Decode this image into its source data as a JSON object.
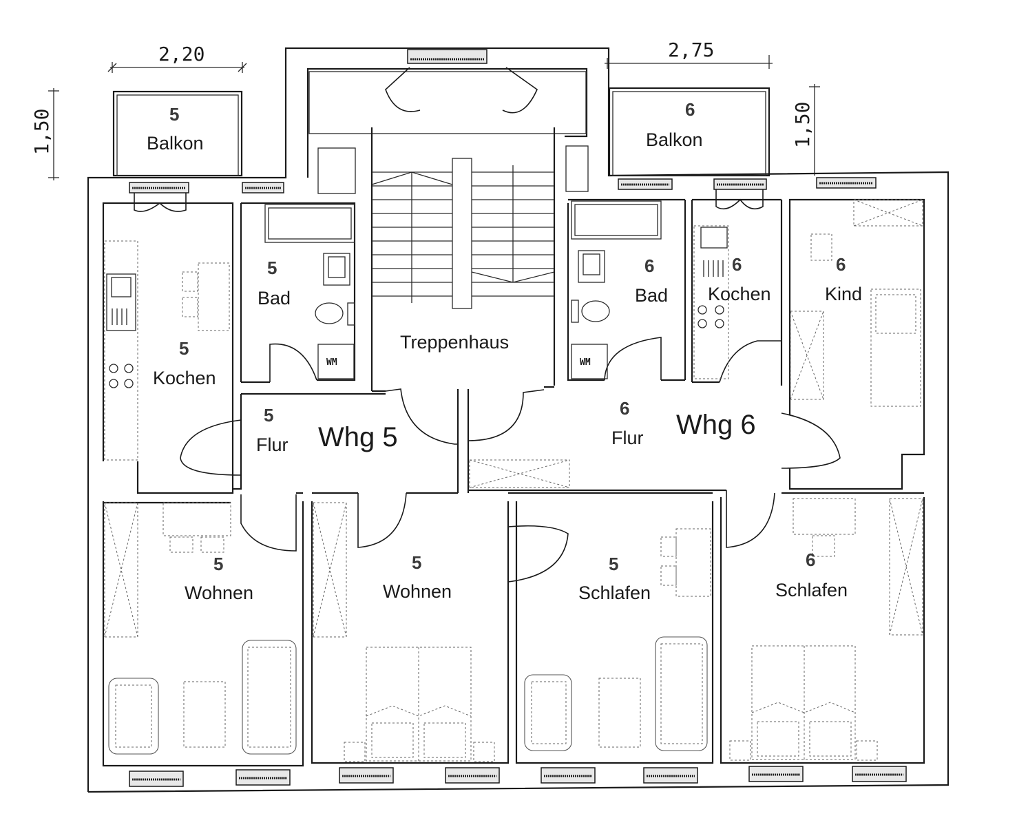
{
  "dimensions": {
    "balcony5_width": "2,20",
    "balcony5_depth": "1,50",
    "balcony6_width": "2,75",
    "balcony6_depth": "1,50"
  },
  "apartments": {
    "whg5": {
      "title": "Whg 5"
    },
    "whg6": {
      "title": "Whg 6"
    }
  },
  "rooms": {
    "balkon5": {
      "num": "5",
      "name": "Balkon"
    },
    "balkon6": {
      "num": "6",
      "name": "Balkon"
    },
    "bad5": {
      "num": "5",
      "name": "Bad"
    },
    "bad6": {
      "num": "6",
      "name": "Bad"
    },
    "kochen5": {
      "num": "5",
      "name": "Kochen"
    },
    "kochen6": {
      "num": "6",
      "name": "Kochen"
    },
    "kind6": {
      "num": "6",
      "name": "Kind"
    },
    "flur5": {
      "num": "5",
      "name": "Flur"
    },
    "flur6": {
      "num": "6",
      "name": "Flur"
    },
    "treppenhaus": {
      "name": "Treppenhaus"
    },
    "wohnen5a": {
      "num": "5",
      "name": "Wohnen"
    },
    "wohnen5b": {
      "num": "5",
      "name": "Wohnen"
    },
    "schlafen5": {
      "num": "5",
      "name": "Schlafen"
    },
    "schlafen6": {
      "num": "6",
      "name": "Schlafen"
    }
  },
  "fixtures": {
    "wm5": "WM",
    "wm6": "WM"
  }
}
